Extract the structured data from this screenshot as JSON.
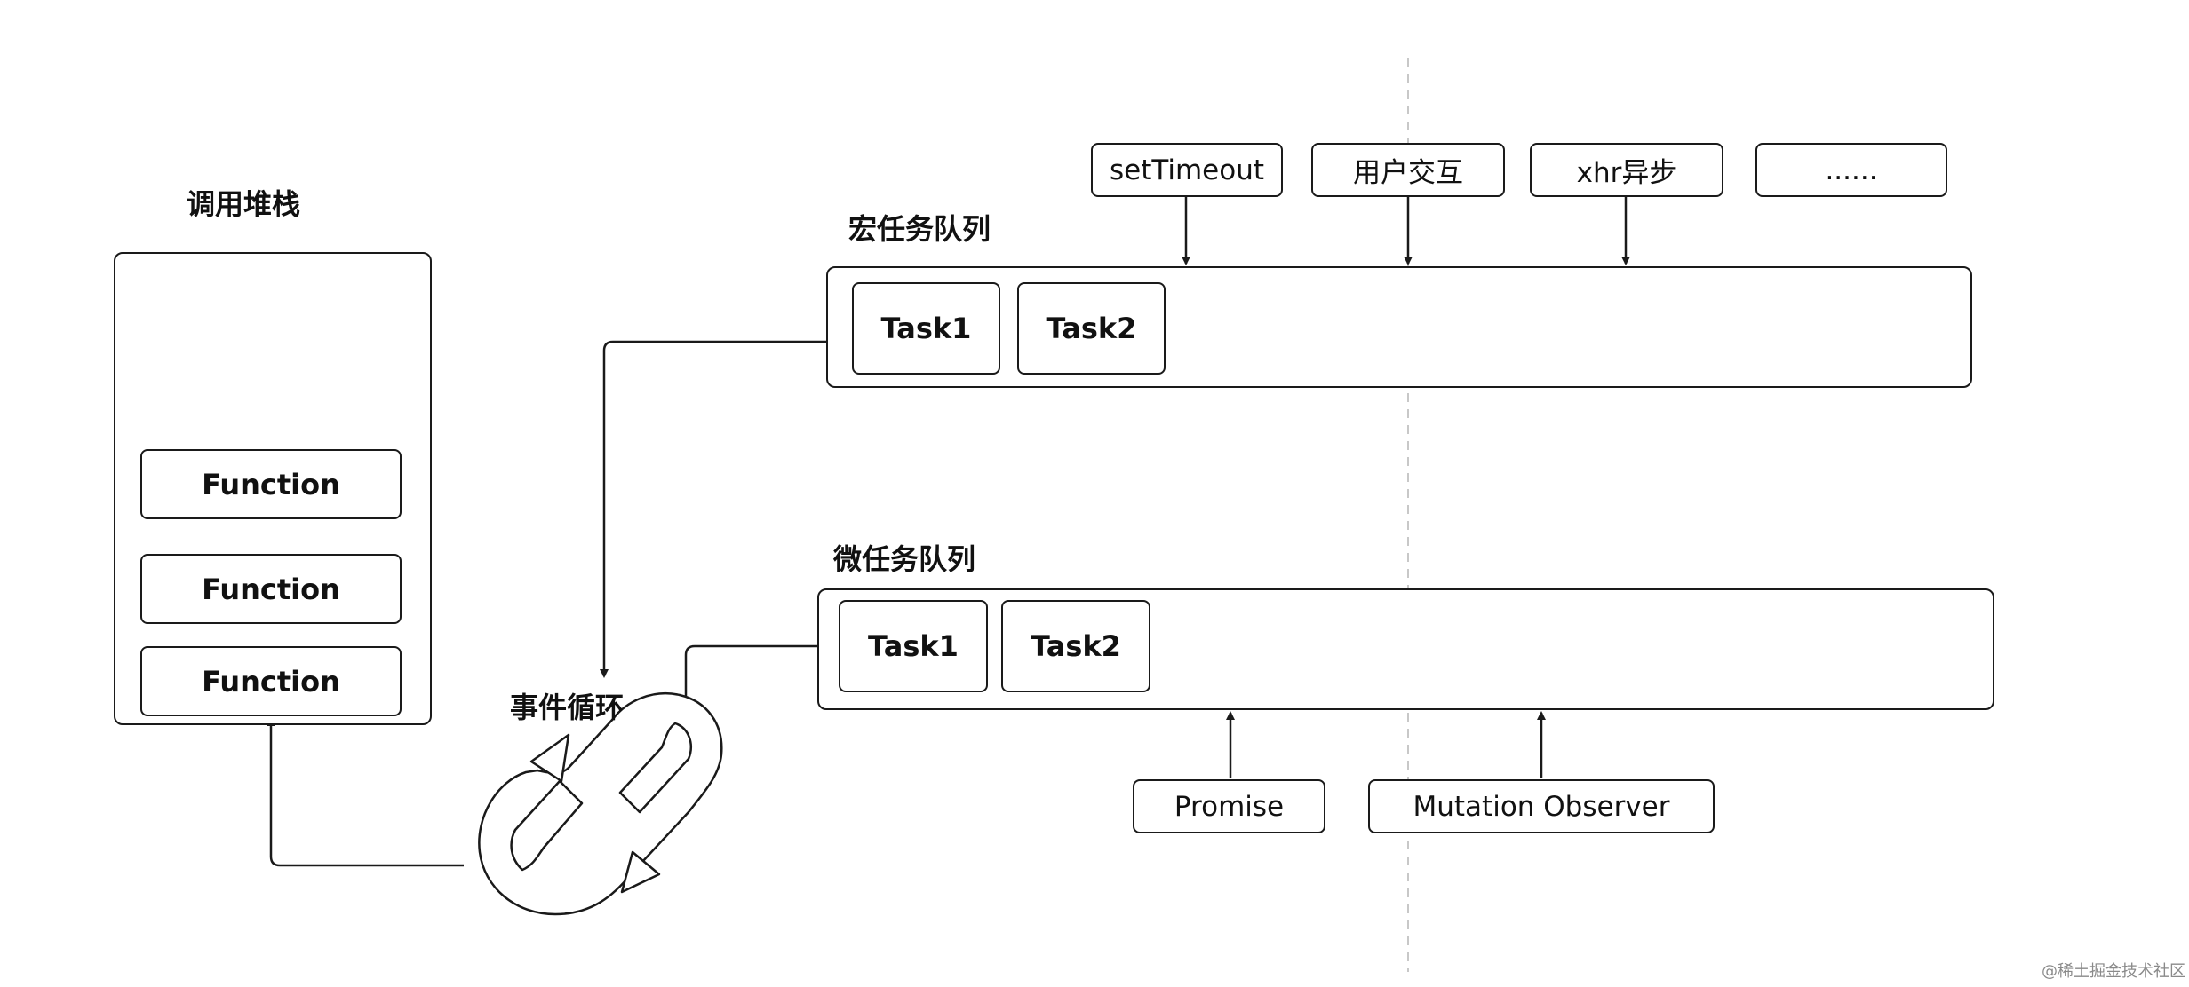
{
  "call_stack": {
    "title": "调用堆栈",
    "frames": [
      "Function",
      "Function",
      "Function"
    ]
  },
  "macro_queue": {
    "title": "宏任务队列",
    "tasks": [
      "Task1",
      "Task2"
    ],
    "sources": [
      "setTimeout",
      "用户交互",
      "xhr异步",
      "......"
    ]
  },
  "micro_queue": {
    "title": "微任务队列",
    "tasks": [
      "Task1",
      "Task2"
    ],
    "sources": [
      "Promise",
      "Mutation Observer"
    ]
  },
  "event_loop": {
    "label": "事件循环"
  },
  "watermark": "@稀土掘金技术社区",
  "colors": {
    "stroke": "#1a1a1a",
    "divider": "#c8c8c8"
  }
}
